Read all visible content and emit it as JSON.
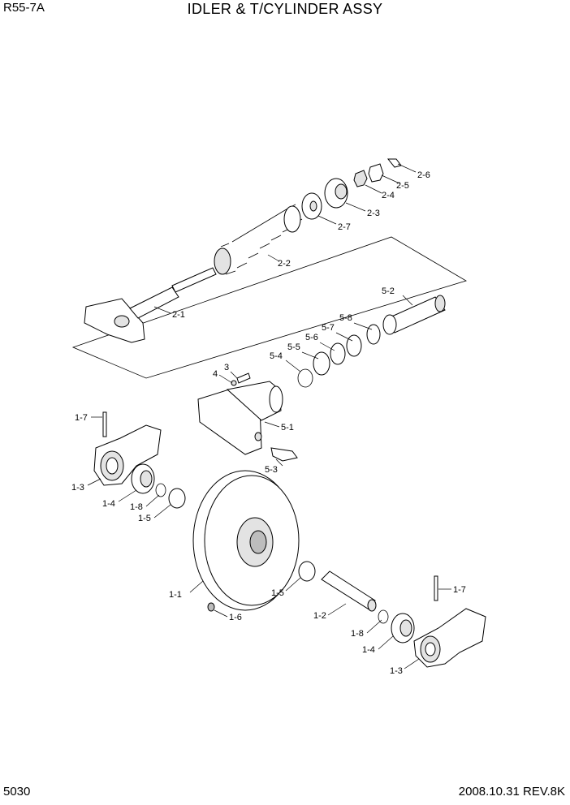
{
  "header": {
    "model": "R55-7A",
    "title": "IDLER & T/CYLINDER ASSY"
  },
  "footer": {
    "page_number": "5030",
    "revision": "2008.10.31  REV.8K"
  },
  "callouts": {
    "c_2_6": "2-6",
    "c_2_5": "2-5",
    "c_2_4": "2-4",
    "c_2_3": "2-3",
    "c_2_7": "2-7",
    "c_2_2": "2-2",
    "c_2_1": "2-1",
    "c_5_2": "5-2",
    "c_5_8": "5-8",
    "c_5_7": "5-7",
    "c_5_6": "5-6",
    "c_5_5": "5-5",
    "c_5_4": "5-4",
    "c_3": "3",
    "c_4": "4",
    "c_5_1": "5-1",
    "c_5_3": "5-3",
    "c_1_7a": "1-7",
    "c_1_3a": "1-3",
    "c_1_4a": "1-4",
    "c_1_8a": "1-8",
    "c_1_5a": "1-5",
    "c_1_1": "1-1",
    "c_1_6": "1-6",
    "c_1_5b": "1-5",
    "c_1_2": "1-2",
    "c_1_8b": "1-8",
    "c_1_4b": "1-4",
    "c_1_3b": "1-3",
    "c_1_7b": "1-7"
  }
}
